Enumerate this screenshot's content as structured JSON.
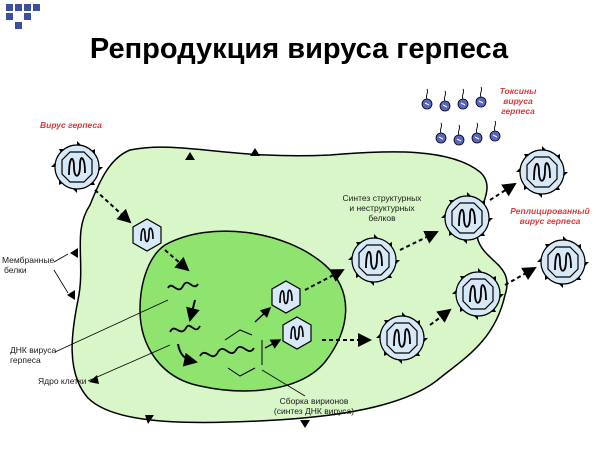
{
  "title": "Репродукция вируса герпеса",
  "labels": {
    "virus": "Вирус герпеса",
    "toxins": [
      "Токсины",
      "вируса",
      "герпеса"
    ],
    "synthesis": [
      "Синтез структурных",
      "и неструктурных",
      "белков"
    ],
    "replicated": [
      "Реплицированный",
      "вирус герпеса"
    ],
    "membrane": [
      "Мембранные",
      "белки"
    ],
    "dna": [
      "ДНК вируса",
      "герпеса"
    ],
    "nucleus": "Ядро клетки",
    "assembly": [
      "Сборка вирионов",
      "(синтез ДНК вируса)"
    ]
  },
  "colors": {
    "cell": "#d9f6c9",
    "nucleus": "#8fe36f",
    "virion": "#d7e8f6",
    "label_red": "#d83a3a",
    "toxin": "#5866c4"
  }
}
